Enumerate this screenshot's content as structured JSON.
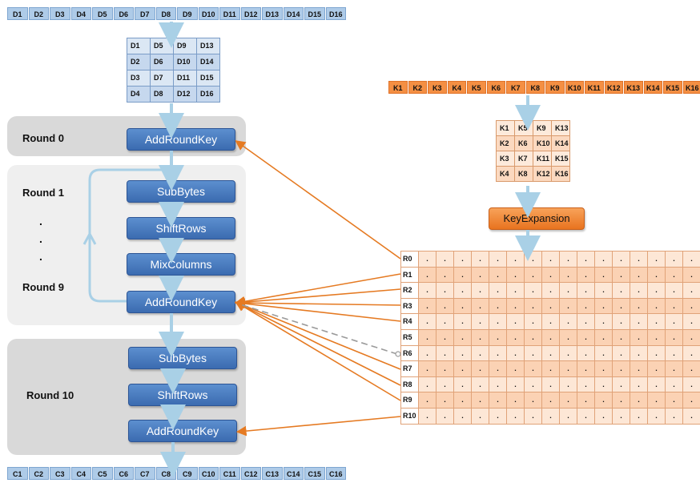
{
  "data_blocks": [
    "D1",
    "D2",
    "D3",
    "D4",
    "D5",
    "D6",
    "D7",
    "D8",
    "D9",
    "D10",
    "D11",
    "D12",
    "D13",
    "D14",
    "D15",
    "D16"
  ],
  "state_matrix": [
    [
      "D1",
      "D5",
      "D9",
      "D13"
    ],
    [
      "D2",
      "D6",
      "D10",
      "D14"
    ],
    [
      "D3",
      "D7",
      "D11",
      "D15"
    ],
    [
      "D4",
      "D8",
      "D12",
      "D16"
    ]
  ],
  "key_blocks": [
    "K1",
    "K2",
    "K3",
    "K4",
    "K5",
    "K6",
    "K7",
    "K8",
    "K9",
    "K10",
    "K11",
    "K12",
    "K13",
    "K14",
    "K15",
    "K16"
  ],
  "key_matrix": [
    [
      "K1",
      "K5",
      "K9",
      "K13"
    ],
    [
      "K2",
      "K6",
      "K10",
      "K14"
    ],
    [
      "K3",
      "K7",
      "K11",
      "K15"
    ],
    [
      "K4",
      "K8",
      "K12",
      "K16"
    ]
  ],
  "key_expansion_label": "KeyExpansion",
  "round_keys": [
    "R0",
    "R1",
    "R2",
    "R3",
    "R4",
    "R5",
    "R6",
    "R7",
    "R8",
    "R9",
    "R10"
  ],
  "round_key_cell": ".",
  "cipher_blocks": [
    "C1",
    "C2",
    "C3",
    "C4",
    "C5",
    "C6",
    "C7",
    "C8",
    "C9",
    "C10",
    "C11",
    "C12",
    "C13",
    "C14",
    "C15",
    "C16"
  ],
  "round0": {
    "label": "Round 0",
    "steps": [
      "AddRoundKey"
    ]
  },
  "round_mid": {
    "label_start": "Round 1",
    "label_end": "Round 9",
    "ellipsis": ".",
    "steps": [
      "SubBytes",
      "ShiftRows",
      "MixColumns",
      "AddRoundKey"
    ]
  },
  "round10": {
    "label": "Round 10",
    "steps": [
      "SubBytes",
      "ShiftRows",
      "AddRoundKey"
    ]
  },
  "colors": {
    "blue_step": "#4a7fc1",
    "orange_step": "#f07f2a",
    "arrow_orange": "#e57a22",
    "arrow_blue": "#a9d0e6",
    "panel": "#e6e6e6"
  }
}
